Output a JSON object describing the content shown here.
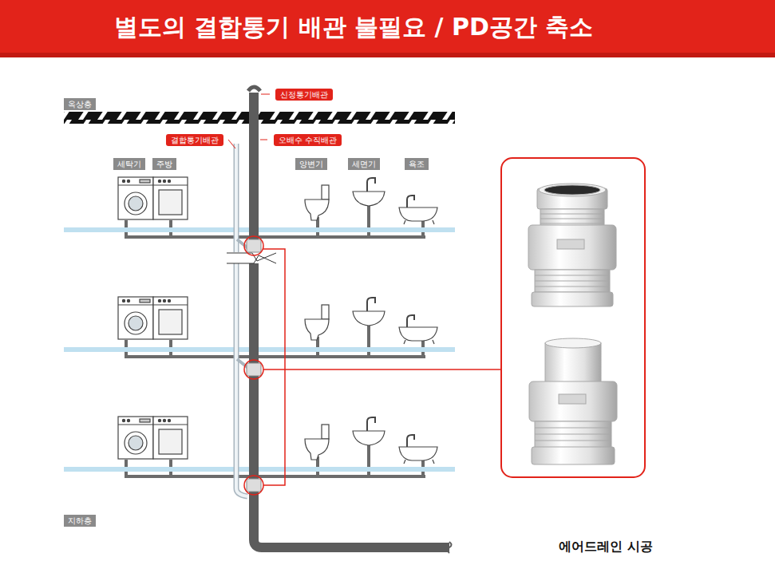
{
  "diagram": {
    "title": "별도의 결합통기 배관 불필요 / PD공간 축소",
    "caption": "에어드레인 시공",
    "nodes": [
      {
        "text": [
          "신정통기배관"
        ]
      },
      {
        "text": [
          "옥상층"
        ]
      },
      {
        "text": [
          "결합통기배관"
        ]
      },
      {
        "text": [
          "오배수 수직배관"
        ]
      },
      {
        "text": [
          "세탁기"
        ]
      },
      {
        "text": [
          "주방"
        ]
      },
      {
        "text": [
          "양변기"
        ]
      },
      {
        "text": [
          "세면기"
        ]
      },
      {
        "text": [
          "욕조"
        ]
      },
      {
        "text": [
          "지하층"
        ]
      }
    ]
  }
}
